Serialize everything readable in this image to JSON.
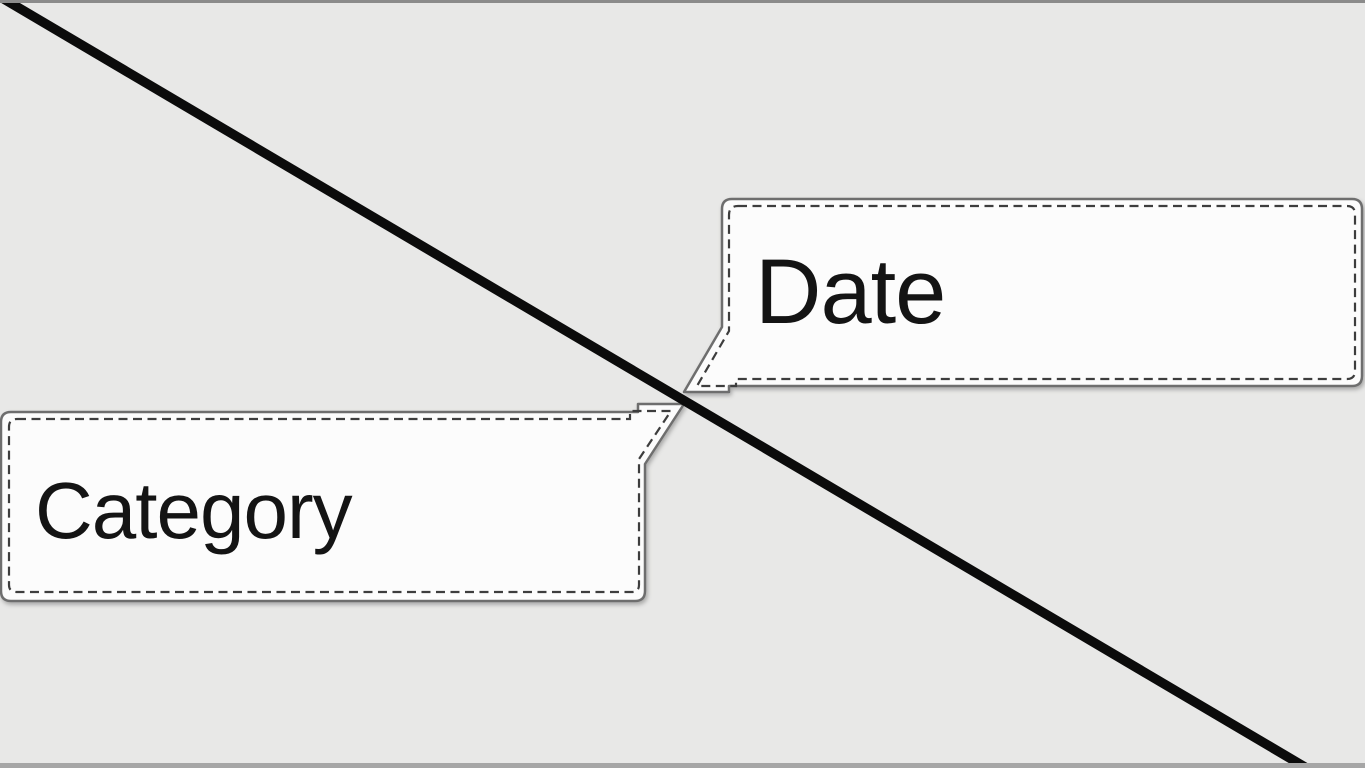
{
  "slide": {
    "background_color": "#e8e8e7",
    "top_strip_color": "#8b8b8b",
    "bottom_strip_color": "#a6a6a6",
    "diagonal_line": {
      "color": "#0b0b0b"
    },
    "callout_style": {
      "fill": "#fcfcfc",
      "border_color": "#6e6e6e",
      "dash_color": "#3d3d3d",
      "text_color": "#141414"
    },
    "callouts": [
      {
        "id": "date",
        "label": "Date"
      },
      {
        "id": "category",
        "label": "Category"
      }
    ]
  }
}
